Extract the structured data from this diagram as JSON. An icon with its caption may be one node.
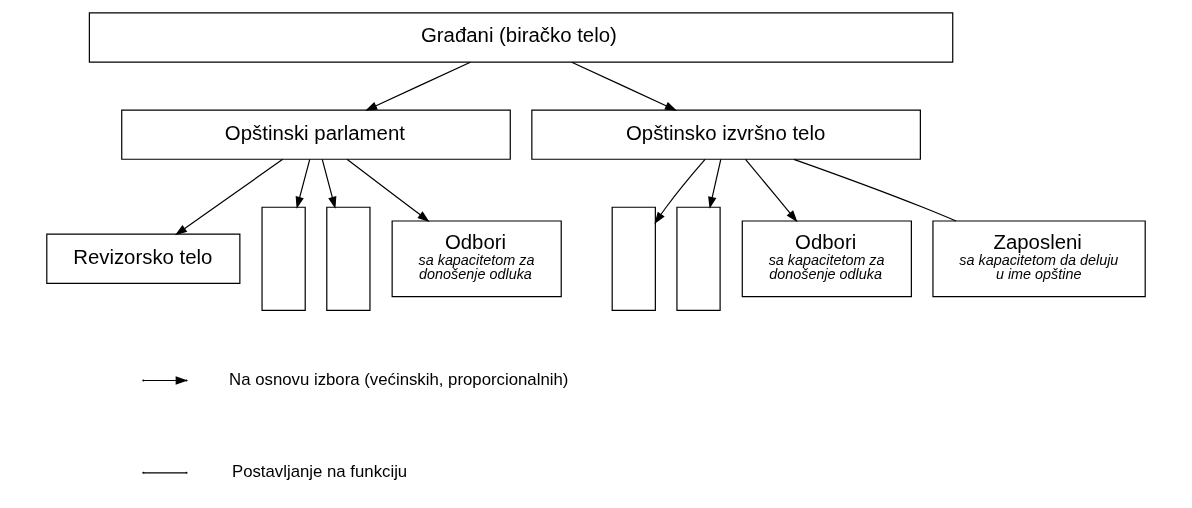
{
  "diagram": {
    "nodes": [
      {
        "text": [
          "Građani (biračko telo)"
        ]
      },
      {
        "text": [
          "Opštinski parlament"
        ]
      },
      {
        "text": [
          "Opštinsko izvršno telo"
        ]
      },
      {
        "text": [
          "Revizorsko telo"
        ]
      },
      {
        "text": [],
        "shape": "box"
      },
      {
        "text": [],
        "shape": "box"
      },
      {
        "text": [
          "Odbori",
          "sa kapacitetom za donošenje odluka"
        ]
      },
      {
        "text": [],
        "shape": "box"
      },
      {
        "text": [],
        "shape": "box"
      },
      {
        "text": [
          "Odbori",
          "sa kapacitetom za donošenje odluka"
        ]
      },
      {
        "text": [
          "Zaposleni",
          "sa kapacitetom da deluju u ime opštine"
        ]
      }
    ],
    "edges": [
      {
        "from": 0,
        "to": 1,
        "arrow": "to"
      },
      {
        "from": 0,
        "to": 2,
        "arrow": "to"
      },
      {
        "from": 1,
        "to": 3,
        "arrow": "to"
      },
      {
        "from": 1,
        "to": 4,
        "arrow": "to"
      },
      {
        "from": 1,
        "to": 5,
        "arrow": "to"
      },
      {
        "from": 1,
        "to": 6,
        "arrow": "to"
      },
      {
        "from": 2,
        "to": 7,
        "arrow": "to"
      },
      {
        "from": 2,
        "to": 8,
        "arrow": "to"
      },
      {
        "from": 2,
        "to": 9,
        "arrow": "to"
      },
      {
        "from": 2,
        "to": 10,
        "arrow": "none"
      }
    ],
    "legend": [
      {
        "text": "Na osnovu izbora (većinskih, proporcionalnih)"
      },
      {
        "text": "Postavljanje na funkciju"
      }
    ]
  }
}
